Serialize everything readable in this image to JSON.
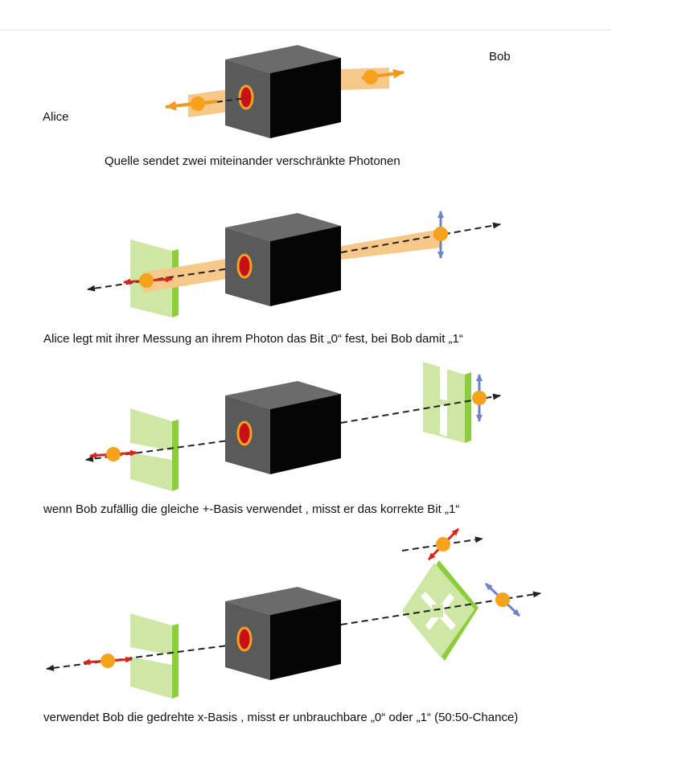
{
  "labels": {
    "alice": "Alice",
    "bob": "Bob"
  },
  "captions": [
    "Quelle sendet zwei miteinander verschränkte Photonen",
    "Alice legt mit ihrer Messung an ihrem Photon das Bit „0“ fest, bei Bob damit „1“",
    "wenn Bob zufällig die gleiche +-Basis verwendet , misst er das korrekte Bit „1“",
    "verwendet Bob die gedrehte x-Basis , misst er unbrauchbare „0“ oder „1“ (50:50-Chance)"
  ],
  "colors": {
    "cube_front": "#050505",
    "cube_side": "#5a5a5a",
    "photon": "#f5a21c",
    "beam": "#f6c88a",
    "polarizer": "#cfe7a4",
    "polarizer_edge": "#8ccd3c",
    "arrow_red": "#d8261b",
    "arrow_blue": "#6b84c8",
    "dash_line": "#222222",
    "port_red": "#c8101a",
    "arrow_orange": "#f09a1e"
  }
}
